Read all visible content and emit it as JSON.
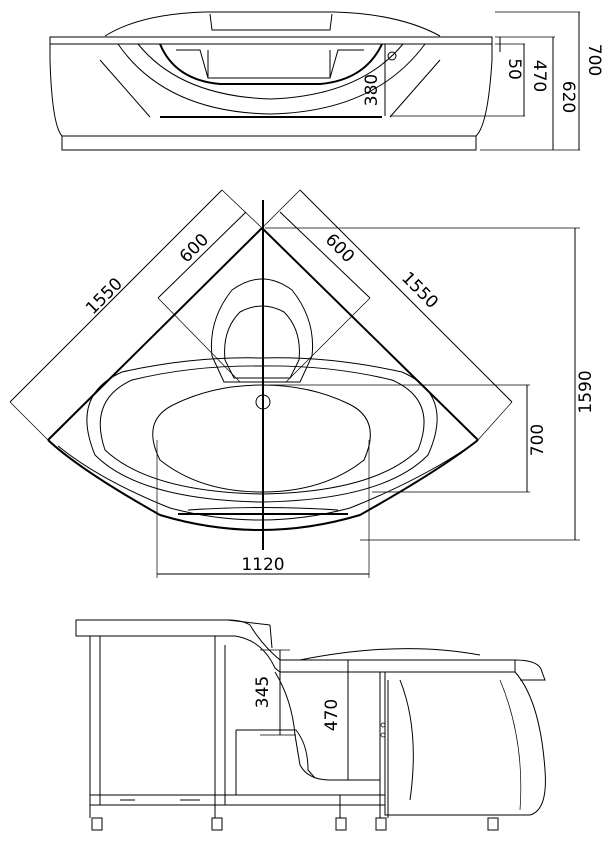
{
  "front_view": {
    "dims": {
      "d700": "700",
      "d620": "620",
      "d470": "470",
      "d50": "50",
      "d380": "380"
    }
  },
  "plan_view": {
    "dims": {
      "d1550_left": "1550",
      "d1550_right": "1550",
      "d600_left": "600",
      "d600_right": "600",
      "d1590": "1590",
      "d700": "700",
      "d1120": "1120"
    }
  },
  "side_view": {
    "dims": {
      "d345": "345",
      "d470": "470"
    }
  }
}
